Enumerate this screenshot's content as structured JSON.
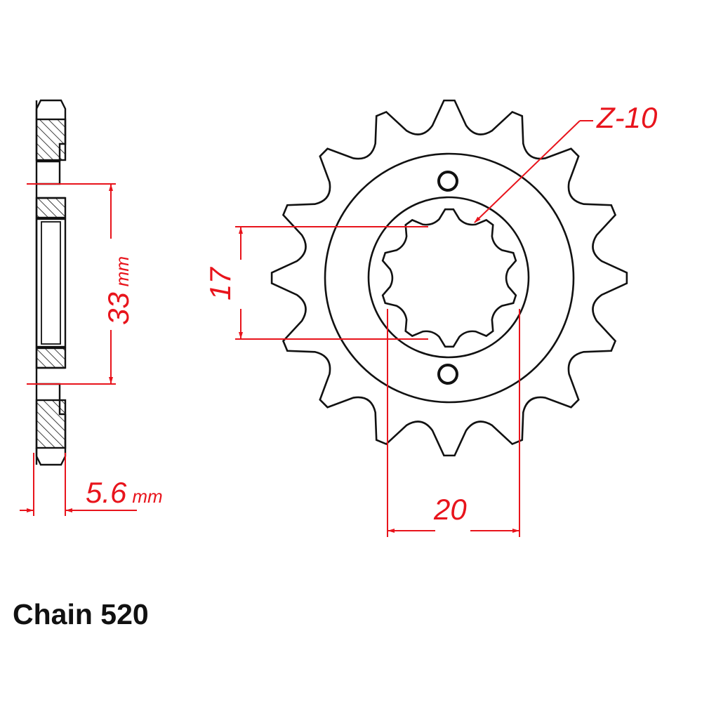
{
  "drawing": {
    "sprocket_teeth": 16,
    "spline_teeth": 10,
    "line_color": "#111111",
    "dimension_color": "#e8141c"
  },
  "dimensions": {
    "bolt_spacing_value": "33",
    "bolt_spacing_unit": "mm",
    "thickness_value": "5.6",
    "thickness_unit": "mm",
    "spline_inner": "17",
    "spline_outer": "20",
    "spline_count": "Z-10"
  },
  "caption": "Chain 520"
}
